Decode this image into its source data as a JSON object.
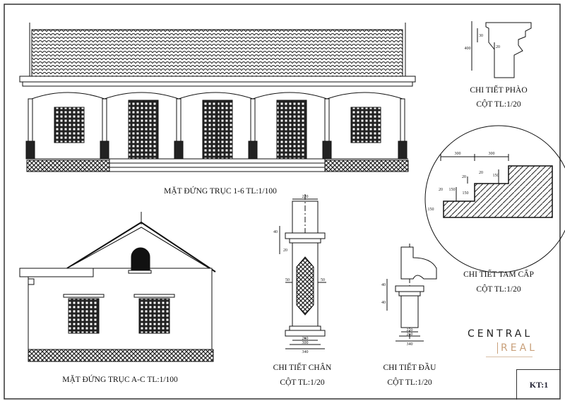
{
  "labels": {
    "front_elevation": "MẶT ĐỨNG TRỤC 1-6 TL:1/100",
    "side_elevation": "MẶT ĐỨNG TRỤC A-C TL:1/100",
    "cornice_title": "CHI TIẾT PHÀO",
    "cornice_scale": "CỘT TL:1/20",
    "steps_title": "CHI TIẾT TAM CẤP",
    "steps_scale": "CỘT TL:1/20",
    "base_title": "CHI TIẾT CHÂN",
    "base_scale": "CỘT TL:1/20",
    "capital_title": "CHI TIẾT ĐẦU",
    "capital_scale": "CỘT TL:1/20"
  },
  "dimensions": {
    "steps": [
      "300",
      "300",
      "20",
      "150",
      "20",
      "150",
      "20",
      "150",
      "150"
    ],
    "base": [
      "220",
      "260",
      "300",
      "340",
      "50",
      "50",
      "40",
      "20"
    ],
    "capital": [
      "220",
      "260",
      "340",
      "40",
      "40"
    ],
    "cornice": [
      "400",
      "30",
      "20"
    ]
  },
  "logo": {
    "line1": "CENTRAL",
    "line2": "REAL"
  },
  "sheet_id": "KT:1"
}
